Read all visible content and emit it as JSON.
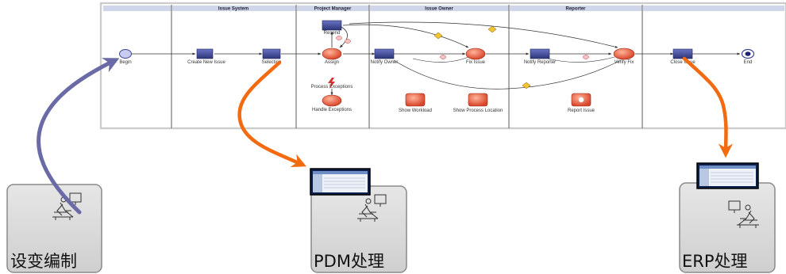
{
  "lanes": [
    "Issue System",
    "Project Manager",
    "Issue Owner",
    "Reporter"
  ],
  "nodes": {
    "begin": "Begin",
    "create_new_issue": "Create New Issue",
    "selection": "Selection",
    "assign": "Assign",
    "resend": "Resend",
    "process_exceptions": "Process Exceptions",
    "handle_exceptions": "Handle Exceptions",
    "notify_owner": "Notify Owner",
    "fix_issue": "Fix Issue",
    "notify_reporter": "Notify Reporter",
    "verify_fix": "Verify Fix",
    "close_issue": "Close Issue",
    "end": "End",
    "show_workload": "Show Workload",
    "show_process_location": "Show Process Location",
    "report_issue": "Report Issue"
  },
  "stations": {
    "design_change": "设变编制",
    "pdm": "PDM处理",
    "erp": "ERP处理"
  },
  "colors": {
    "task_blue": "#3c4590",
    "activity_orange": "#e8583a",
    "arrow_orange": "#f26b10",
    "arrow_purple": "#6a6aa6",
    "station_gray": "#d9d9d9"
  }
}
